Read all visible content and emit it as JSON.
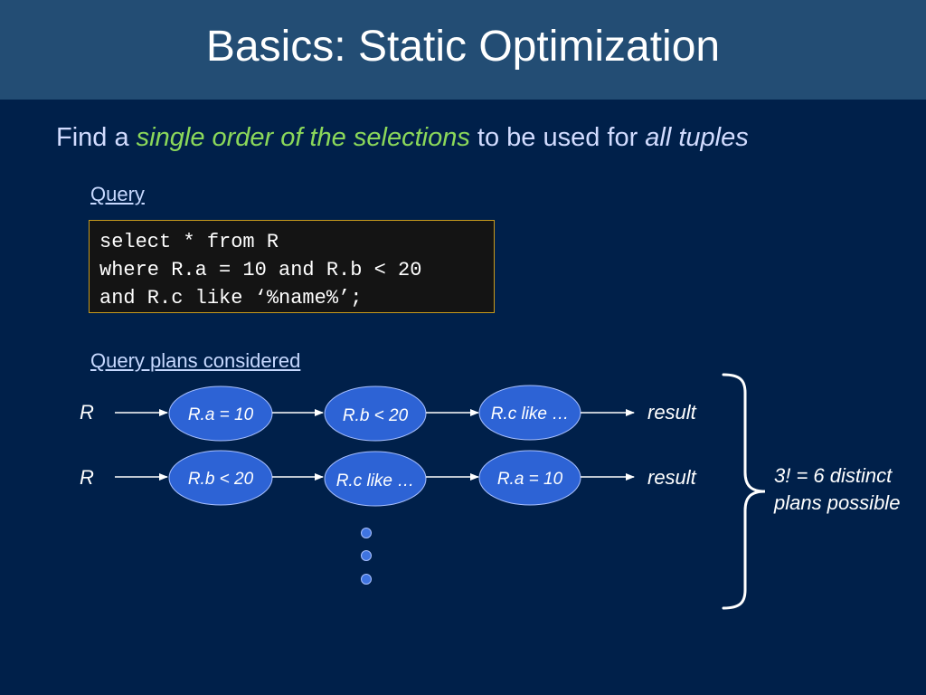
{
  "title": "Basics: Static Optimization",
  "subtitle": {
    "part1": "Find a ",
    "highlight": "single order of the selections",
    "part2": " to be used for ",
    "emphasis": "all tuples"
  },
  "query_section": {
    "label": "Query",
    "code_lines": [
      "select * from R",
      "where R.a = 10 and R.b < 20",
      "and R.c like ‘%name%’;"
    ]
  },
  "plans_section": {
    "label": "Query plans considered",
    "plans": [
      {
        "input": "R",
        "ops": [
          "R.a = 10",
          "R.b < 20",
          "R.c like …"
        ],
        "output": "result"
      },
      {
        "input": "R",
        "ops": [
          "R.b < 20",
          "R.c like …",
          "R.a = 10"
        ],
        "output": "result"
      }
    ]
  },
  "brace_note": {
    "line1": "3! = 6 distinct",
    "line2": "plans possible"
  },
  "colors": {
    "background": "#00204a",
    "title_bar": "#234d74",
    "node_fill": "#2d63d5",
    "highlight_green": "#8bd85a",
    "code_border": "#c79a1d"
  }
}
